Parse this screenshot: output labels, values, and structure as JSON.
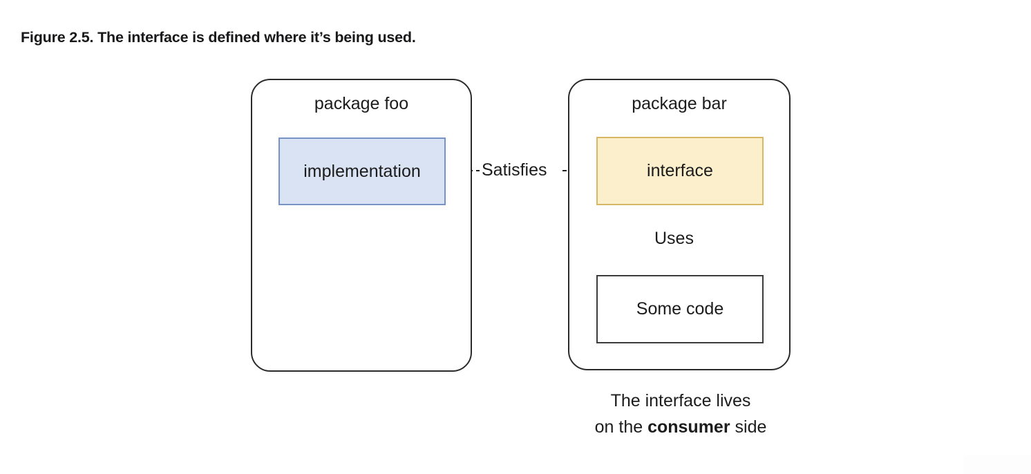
{
  "figure": {
    "caption": "Figure 2.5. The interface is defined where it’s being used."
  },
  "diagram": {
    "type": "package-dependency-diagram",
    "packages": [
      {
        "id": "foo",
        "title": "package foo",
        "nodes": [
          {
            "id": "implementation",
            "label": "implementation",
            "fill": "#dae3f3",
            "stroke": "#7593c4"
          }
        ]
      },
      {
        "id": "bar",
        "title": "package bar",
        "nodes": [
          {
            "id": "interface",
            "label": "interface",
            "fill": "#fcefcc",
            "stroke": "#d8b764"
          },
          {
            "id": "some-code",
            "label": "Some code",
            "fill": "#ffffff",
            "stroke": "#3b3b3b"
          }
        ]
      }
    ],
    "edges": [
      {
        "id": "satisfies",
        "label": "Satisfies",
        "from": "implementation",
        "to": "interface",
        "style": "dashed",
        "arrowhead": "filled-triangle",
        "direction": "right"
      },
      {
        "id": "uses",
        "label": "Uses",
        "from": "some-code",
        "to": "interface",
        "style": "solid",
        "arrowhead": "filled-triangle",
        "direction": "up"
      }
    ],
    "note": {
      "line1": "The interface lives",
      "line2_prefix": "on the ",
      "line2_emphasis": "consumer",
      "line2_suffix": " side"
    }
  }
}
